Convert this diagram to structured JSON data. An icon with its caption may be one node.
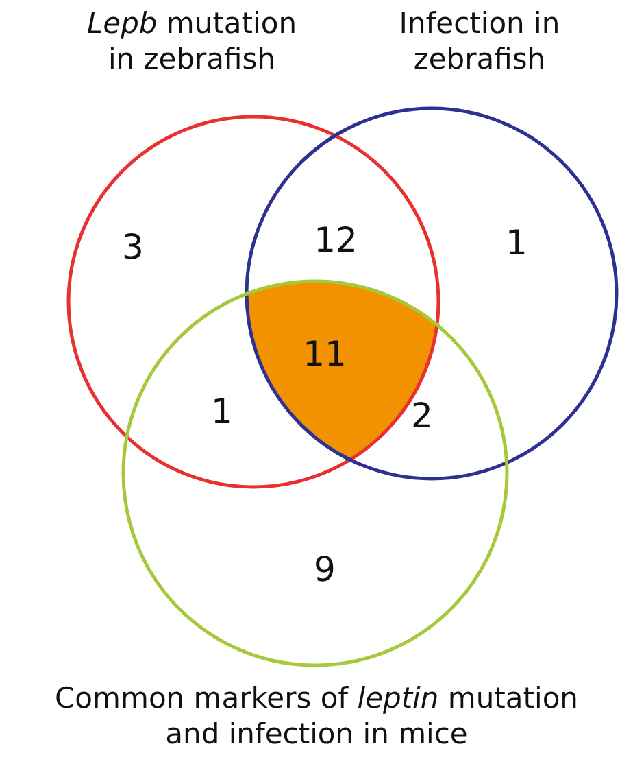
{
  "diagram": {
    "nodes": [
      {
        "text": [
          "*Lepb* mutation in zebrafish"
        ]
      },
      {
        "text": [
          "Infection in zebrafish"
        ]
      },
      {
        "text": [
          "Common markers of *leptin* mutation and infection in mice"
        ]
      }
    ],
    "labels": [
      "3",
      "12",
      "1",
      "11",
      "1",
      "2",
      "9"
    ]
  }
}
